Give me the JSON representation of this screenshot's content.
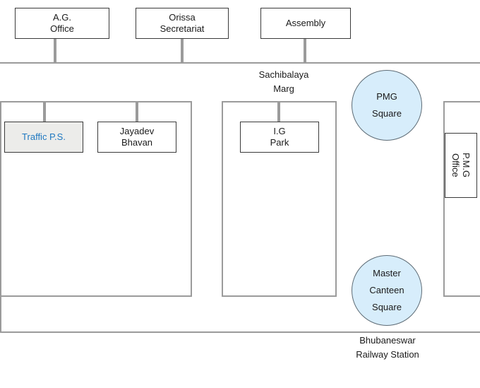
{
  "diagram": {
    "title": "Bhubaneswar road map around Sachibalaya Marg",
    "colors": {
      "road": "#9b9b9b",
      "box_border": "#3a3a3a",
      "box_fill": "#ffffff",
      "highlight_fill": "#ececea",
      "highlight_text": "#1f78c1",
      "circle_fill": "#d7edfb",
      "circle_border": "#5d6b75",
      "text": "#1a1a1a"
    }
  },
  "boxes": [
    {
      "id": "ag-office",
      "label": "A.G.\nOffice"
    },
    {
      "id": "orissa-secretariat",
      "label": "Orissa\nSecretariat"
    },
    {
      "id": "assembly",
      "label": "Assembly"
    },
    {
      "id": "traffic-ps",
      "label": "Traffic P.S."
    },
    {
      "id": "jayadev-bhavan",
      "label": "Jayadev\nBhavan"
    },
    {
      "id": "ig-park",
      "label": "I.G\nPark"
    },
    {
      "id": "pmg-office",
      "label": "P.M.G\nOffice"
    }
  ],
  "circles": [
    {
      "id": "pmg-square",
      "lines": [
        "PMG",
        "Square"
      ]
    },
    {
      "id": "master-canteen-square",
      "lines": [
        "Master",
        "Canteen",
        "Square"
      ]
    }
  ],
  "labels": [
    {
      "id": "sachibalaya-marg",
      "text": "Sachibalaya\nMarg"
    },
    {
      "id": "bhubaneswar-railway-station",
      "text": "Bhubaneswar\nRailway Station"
    }
  ]
}
